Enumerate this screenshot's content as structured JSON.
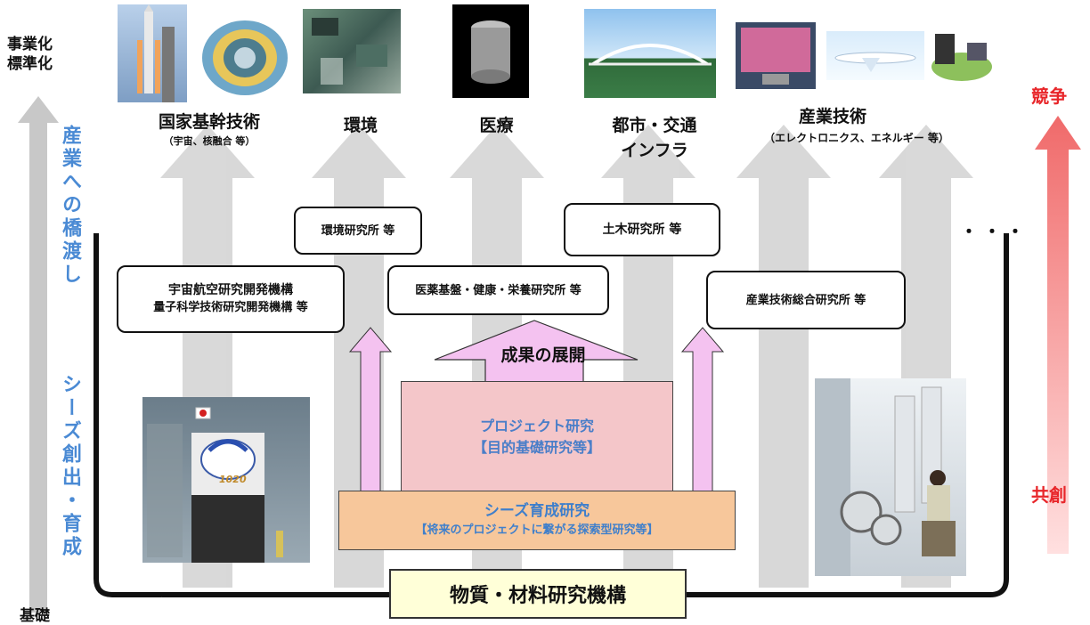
{
  "left_axis": {
    "top_label_1": "事業化",
    "top_label_2": "標準化",
    "bridge_label": "産業への橋渡し",
    "seeds_label": "シーズ創出・育成",
    "bottom_label": "基礎"
  },
  "right_axis": {
    "top_label": "競争",
    "bottom_label": "共創"
  },
  "fields": [
    {
      "title": "国家基幹技術",
      "sub": "（宇宙、核融合 等）"
    },
    {
      "title": "環境",
      "sub": ""
    },
    {
      "title": "医療",
      "sub": ""
    },
    {
      "title": "都市・交通",
      "title2": "インフラ",
      "sub": ""
    },
    {
      "title": "産業技術",
      "sub": "（エレクトロニクス、エネルギー 等）"
    }
  ],
  "institutes": {
    "jaxa_line1": "宇宙航空研究開発機構",
    "jaxa_line2": "量子科学技術研究開発機構 等",
    "env": "環境研究所 等",
    "nibiohn": "医薬基盤・健康・栄養研究所 等",
    "civil": "土木研究所 等",
    "aist": "産業技術総合研究所 等"
  },
  "ellipsis": "・・・",
  "center": {
    "deploy": "成果の展開",
    "project_line1": "プロジェクト研究",
    "project_line2": "【目的基礎研究等】",
    "seeds_line1": "シーズ育成研究",
    "seeds_line2": "【将来のプロジェクトに繋がる探索型研究等】",
    "nims": "物質・材料研究機構"
  },
  "rocket_mark": "1020",
  "colors": {
    "gray_arrow": "#c8c8c8",
    "blue_text": "#4a8ad4",
    "red_text": "#e8262a",
    "red_arrow": "#f08080",
    "pink": "#f4c6c9",
    "pink_text": "#4a7ec8",
    "orange": "#f7c79b",
    "violet_arrow": "#f4c2f0",
    "nims_bg": "#ffffd8"
  }
}
